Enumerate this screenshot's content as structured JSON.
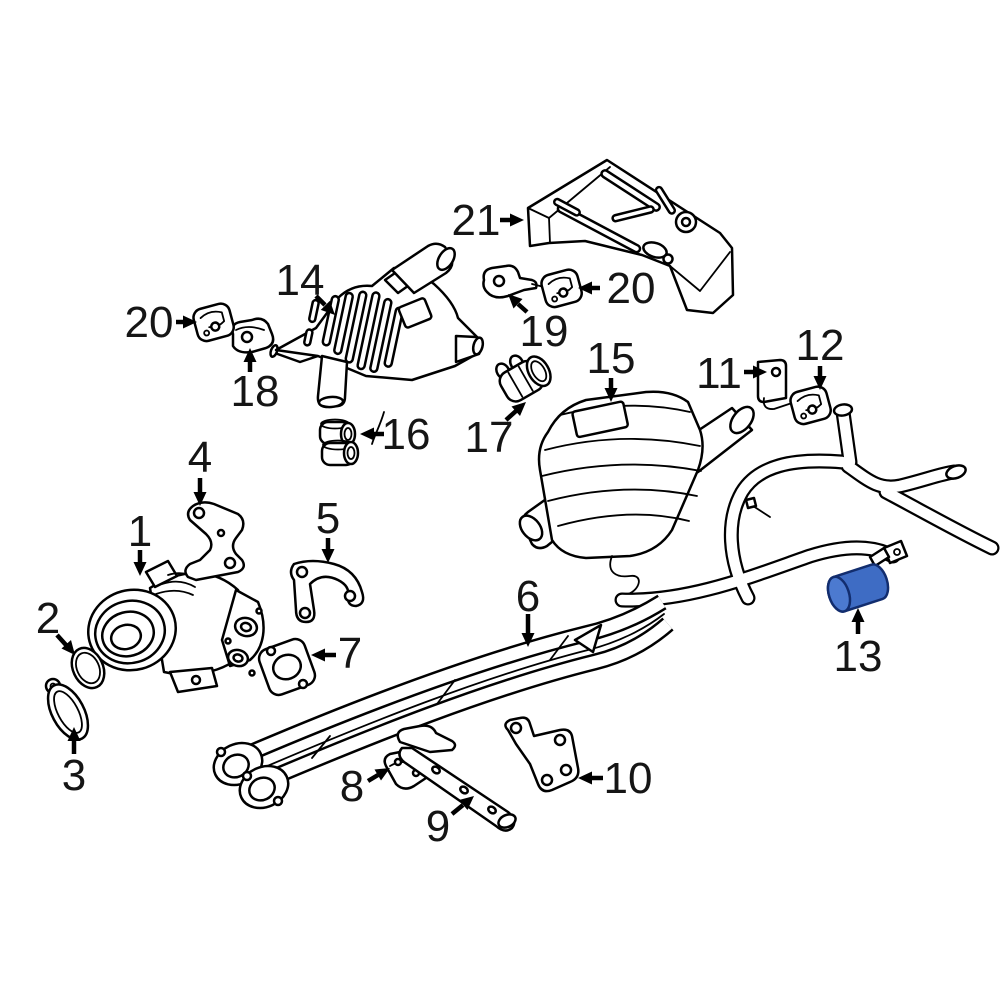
{
  "diagram": {
    "kind": "exploded-parts-diagram",
    "subject": "vehicle exhaust system",
    "background_color": "#ffffff",
    "line_color": "#000000",
    "highlighted_part_label": "13",
    "highlight_fill": "#3e6cc4",
    "highlight_face": "#4c7ad0",
    "highlight_stroke": "#122d6e"
  },
  "callouts": [
    {
      "label": "1"
    },
    {
      "label": "2"
    },
    {
      "label": "3"
    },
    {
      "label": "4"
    },
    {
      "label": "5"
    },
    {
      "label": "6"
    },
    {
      "label": "7"
    },
    {
      "label": "8"
    },
    {
      "label": "9"
    },
    {
      "label": "10"
    },
    {
      "label": "11"
    },
    {
      "label": "12"
    },
    {
      "label": "13"
    },
    {
      "label": "14"
    },
    {
      "label": "15"
    },
    {
      "label": "16"
    },
    {
      "label": "17"
    },
    {
      "label": "18"
    },
    {
      "label": "19"
    },
    {
      "label": "20"
    },
    {
      "label": "21"
    },
    {
      "label": "20"
    }
  ]
}
